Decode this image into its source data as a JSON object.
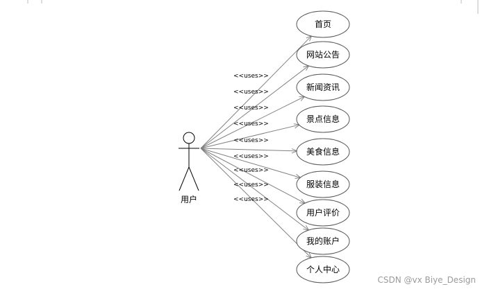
{
  "actor": {
    "label": "用户"
  },
  "use_cases": [
    {
      "label": "首页"
    },
    {
      "label": "网站公告"
    },
    {
      "label": "新闻资讯"
    },
    {
      "label": "景点信息"
    },
    {
      "label": "美食信息"
    },
    {
      "label": "服装信息"
    },
    {
      "label": "用户评价"
    },
    {
      "label": "我的账户"
    },
    {
      "label": "个人中心"
    }
  ],
  "stereotype": "<<uses>>",
  "watermark": "CSDN @vx Biye_Design",
  "colors": {
    "line": "#808080",
    "ellipse_stroke": "#555555",
    "text": "#000000"
  }
}
